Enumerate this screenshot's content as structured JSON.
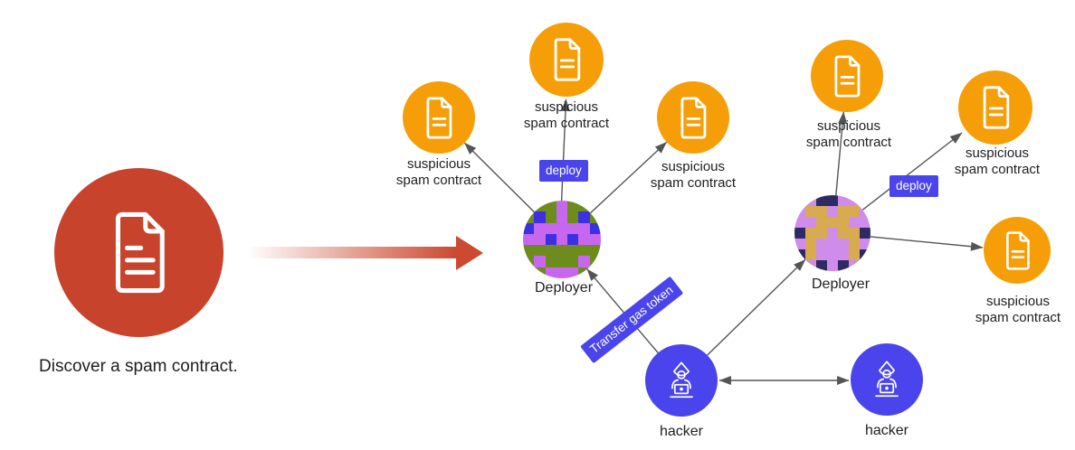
{
  "colors": {
    "red": "#c7432c",
    "arrow_red": "#cb4a31",
    "orange": "#f69e08",
    "indigo": "#4a44ec",
    "line": "#555555",
    "text": "#1c1e21",
    "badge_text": "#ffffff"
  },
  "caption": "Discover a spam contract.",
  "labels": {
    "contract_line1": "suspicious",
    "contract_line2": "spam contract",
    "deployer": "Deployer",
    "hacker": "hacker"
  },
  "edge_labels": {
    "deploy": "deploy",
    "transfer": "Transfer gas token"
  },
  "icons": {
    "discover": "document-icon",
    "contract": "document-icon",
    "actor": "hacker-laptop-icon",
    "deployer": "pixel-identicon-avatar"
  },
  "identicons": {
    "deployer1": {
      "palette": {
        "G": "#6d8c1d",
        "M": "#c767ef",
        "B": "#3d30e3"
      },
      "grid": [
        [
          "G",
          "G",
          "G",
          "M",
          "G",
          "G",
          "G"
        ],
        [
          "G",
          "B",
          "G",
          "M",
          "G",
          "B",
          "G"
        ],
        [
          "B",
          "M",
          "M",
          "M",
          "M",
          "M",
          "B"
        ],
        [
          "M",
          "M",
          "B",
          "M",
          "B",
          "M",
          "M"
        ],
        [
          "G",
          "G",
          "G",
          "G",
          "G",
          "G",
          "G"
        ],
        [
          "G",
          "M",
          "G",
          "G",
          "G",
          "M",
          "G"
        ],
        [
          "G",
          "G",
          "M",
          "M",
          "M",
          "G",
          "G"
        ]
      ]
    },
    "deployer2": {
      "palette": {
        "P": "#cf8cea",
        "T": "#d8ab51",
        "N": "#2e2a63"
      },
      "grid": [
        [
          "P",
          "P",
          "N",
          "N",
          "P",
          "P",
          "P"
        ],
        [
          "P",
          "T",
          "T",
          "P",
          "T",
          "T",
          "P"
        ],
        [
          "P",
          "P",
          "T",
          "T",
          "T",
          "P",
          "P"
        ],
        [
          "N",
          "T",
          "T",
          "P",
          "T",
          "T",
          "N"
        ],
        [
          "P",
          "T",
          "P",
          "P",
          "P",
          "T",
          "P"
        ],
        [
          "N",
          "T",
          "P",
          "P",
          "P",
          "T",
          "N"
        ],
        [
          "P",
          "P",
          "N",
          "P",
          "N",
          "P",
          "P"
        ]
      ]
    }
  },
  "graph": {
    "nodes": [
      {
        "id": "discover-contract",
        "type": "document",
        "label": "Discover a spam contract."
      },
      {
        "id": "deployer-1",
        "type": "deployer",
        "label": "Deployer"
      },
      {
        "id": "contract-1",
        "type": "suspicious-spam-contract",
        "label": "suspicious spam contract"
      },
      {
        "id": "contract-2",
        "type": "suspicious-spam-contract",
        "label": "suspicious spam contract"
      },
      {
        "id": "contract-3",
        "type": "suspicious-spam-contract",
        "label": "suspicious spam contract"
      },
      {
        "id": "hacker-1",
        "type": "hacker",
        "label": "hacker"
      },
      {
        "id": "deployer-2",
        "type": "deployer",
        "label": "Deployer"
      },
      {
        "id": "contract-4",
        "type": "suspicious-spam-contract",
        "label": "suspicious spam contract"
      },
      {
        "id": "contract-5",
        "type": "suspicious-spam-contract",
        "label": "suspicious spam contract"
      },
      {
        "id": "contract-6",
        "type": "suspicious-spam-contract",
        "label": "suspicious spam contract"
      },
      {
        "id": "hacker-2",
        "type": "hacker",
        "label": "hacker"
      }
    ],
    "edges": [
      {
        "from": "discover-contract",
        "to": "deployer-1",
        "style": "gradient-arrow",
        "label": ""
      },
      {
        "from": "deployer-1",
        "to": "contract-1",
        "label": ""
      },
      {
        "from": "deployer-1",
        "to": "contract-2",
        "label": "deploy"
      },
      {
        "from": "deployer-1",
        "to": "contract-3",
        "label": ""
      },
      {
        "from": "hacker-1",
        "to": "deployer-1",
        "label": "Transfer gas token"
      },
      {
        "from": "hacker-1",
        "to": "hacker-2",
        "bidirectional": true,
        "label": ""
      },
      {
        "from": "hacker-1",
        "to": "deployer-2",
        "label": ""
      },
      {
        "from": "deployer-2",
        "to": "contract-4",
        "label": ""
      },
      {
        "from": "deployer-2",
        "to": "contract-5",
        "label": "deploy"
      },
      {
        "from": "deployer-2",
        "to": "contract-6",
        "label": ""
      }
    ]
  }
}
